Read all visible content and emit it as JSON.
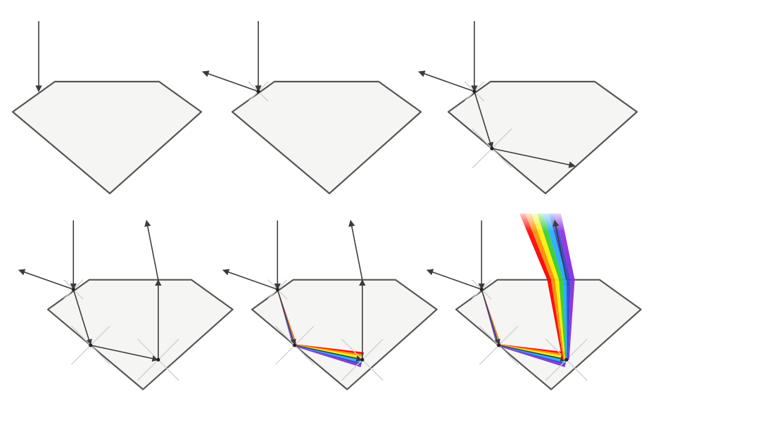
{
  "diagram": {
    "panels": [
      {
        "id": "panel-1",
        "step": 1,
        "rays": [
          "incident"
        ],
        "dispersion": "none"
      },
      {
        "id": "panel-2",
        "step": 2,
        "rays": [
          "incident",
          "reflected"
        ],
        "dispersion": "none"
      },
      {
        "id": "panel-3",
        "step": 3,
        "rays": [
          "incident",
          "reflected",
          "refracted",
          "internal-reflection"
        ],
        "dispersion": "none"
      },
      {
        "id": "panel-4",
        "step": 4,
        "rays": [
          "incident",
          "reflected",
          "refracted",
          "internal-reflection",
          "second-internal-reflection",
          "exit"
        ],
        "dispersion": "none"
      },
      {
        "id": "panel-5",
        "step": 5,
        "rays": [
          "incident",
          "reflected",
          "refracted",
          "internal-reflection",
          "second-internal-reflection",
          "exit"
        ],
        "dispersion": "inside"
      },
      {
        "id": "panel-6",
        "step": 6,
        "rays": [
          "incident",
          "reflected",
          "refracted",
          "internal-reflection",
          "second-internal-reflection",
          "exit"
        ],
        "dispersion": "inside-and-exit"
      }
    ],
    "colors": {
      "gem_fill": "#f5f5f4",
      "gem_outline": "#555555",
      "ray": "#3c3c3c",
      "normal_line": "#cfcfcf",
      "spectrum": [
        "#ff0000",
        "#ff8c00",
        "#ffee00",
        "#33cc33",
        "#22aaff",
        "#3344cc",
        "#8a2be2"
      ]
    }
  }
}
